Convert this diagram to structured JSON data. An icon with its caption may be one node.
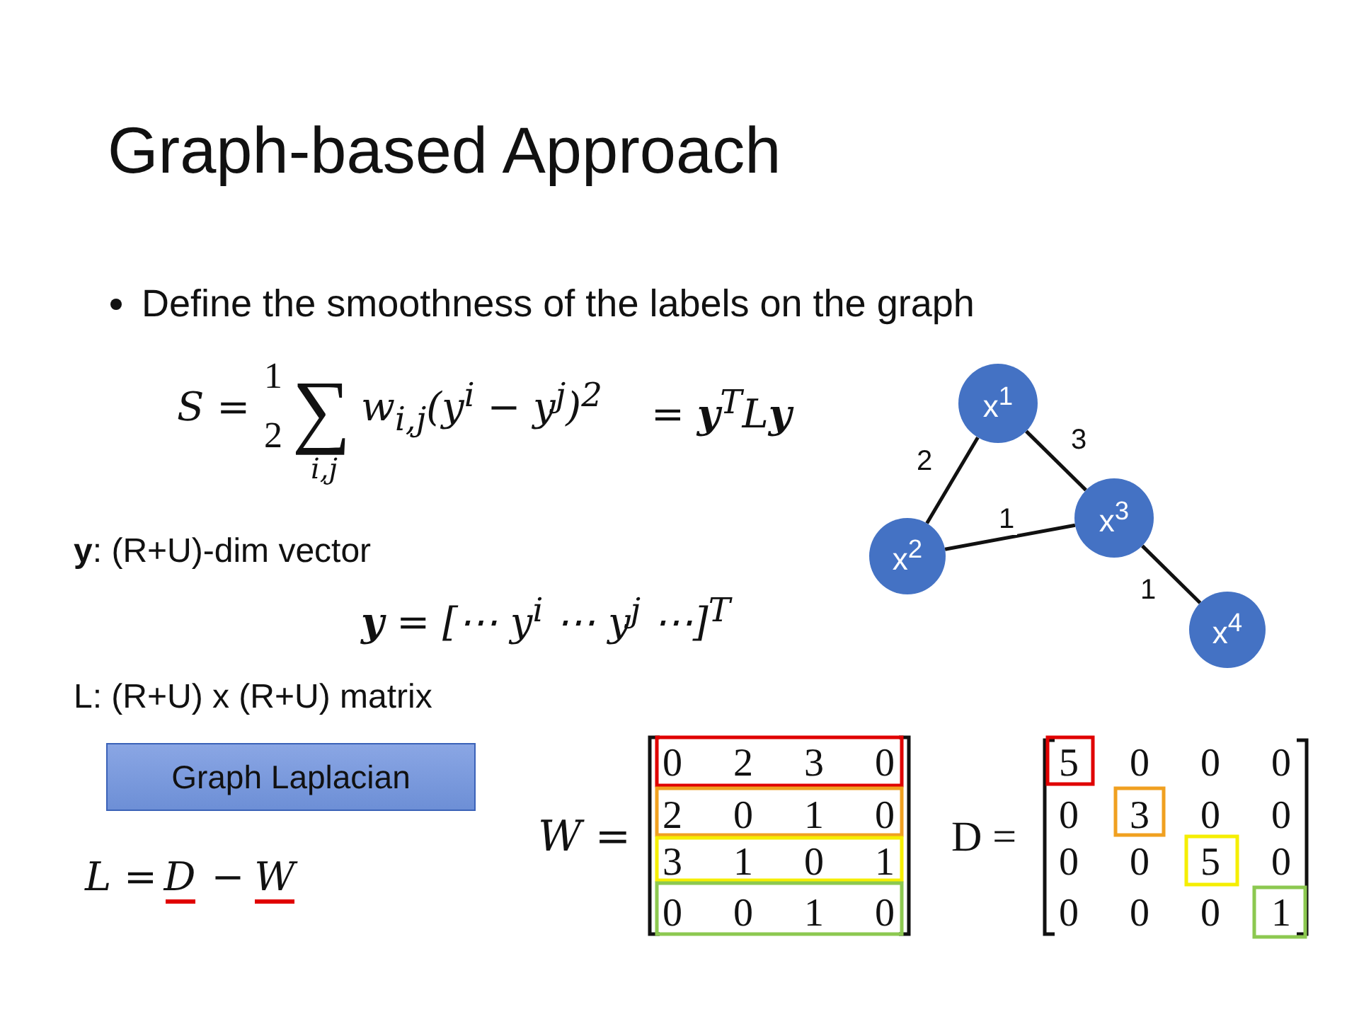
{
  "diagram": {
    "title": "Graph-based Approach",
    "nodes": [
      {
        "text": [
          "x$^{1}$"
        ]
      },
      {
        "text": [
          "x$^{2}$"
        ]
      },
      {
        "text": [
          "x$^{3}$"
        ]
      },
      {
        "text": [
          "x$^{4}$"
        ]
      },
      {
        "text": [
          "Graph Laplacian"
        ]
      }
    ],
    "edges": [
      {
        "from": 0,
        "to": 1,
        "arrow": "none",
        "label": "2"
      },
      {
        "from": 0,
        "to": 2,
        "arrow": "none",
        "label": "3"
      },
      {
        "from": 1,
        "to": 2,
        "arrow": "none",
        "label": "1"
      },
      {
        "from": 2,
        "to": 3,
        "arrow": "none",
        "label": "1"
      }
    ],
    "labels": [
      "Define the smoothness of the labels on the graph",
      "S =",
      "1",
      "2",
      "∑",
      "i,j",
      "w$_{i,j}$(y$^{i}$ − y$^{j}$)$^{2}$",
      "= **y**$^{T}$L**y**",
      "**y**: (R+U)-dim vector",
      "**y** = [⋯ y$^{i}$ ⋯ y$^{j}$ ⋯]$^{T}$",
      "L: (R+U) x (R+U) matrix",
      "L =",
      "D",
      "−",
      "W",
      "W =",
      "0",
      "2",
      "3",
      "0",
      "2",
      "0",
      "1",
      "0",
      "3",
      "1",
      "0",
      "1",
      "0",
      "0",
      "1",
      "0",
      "D =",
      "5",
      "0",
      "0",
      "0",
      "0",
      "3",
      "0",
      "0",
      "0",
      "0",
      "5",
      "0",
      "0",
      "0",
      "0",
      "1"
    ]
  }
}
